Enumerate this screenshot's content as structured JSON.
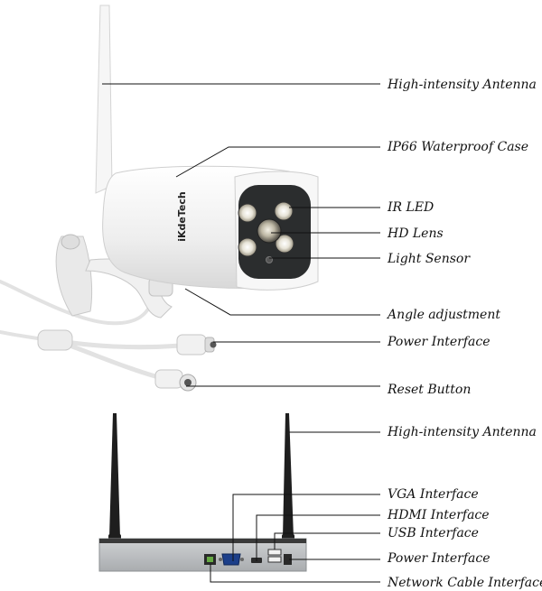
{
  "camera": {
    "brand": "iKdeTech",
    "labels": [
      "High-intensity Antenna",
      "IP66 Waterproof Case",
      "IR LED",
      "HD Lens",
      "Light Sensor",
      "Angle adjustment",
      "Power Interface",
      "Reset Button"
    ]
  },
  "nvr": {
    "labels": [
      "High-intensity Antenna",
      "VGA Interface",
      "HDMI Interface",
      "USB Interface",
      "Power Interface",
      "Network Cable Interface"
    ]
  },
  "colors": {
    "leader": "#111111",
    "camera_body": "#f3f3f3",
    "nvr_body": "#b9bcbf",
    "nvr_top": "#2a2a2a"
  }
}
